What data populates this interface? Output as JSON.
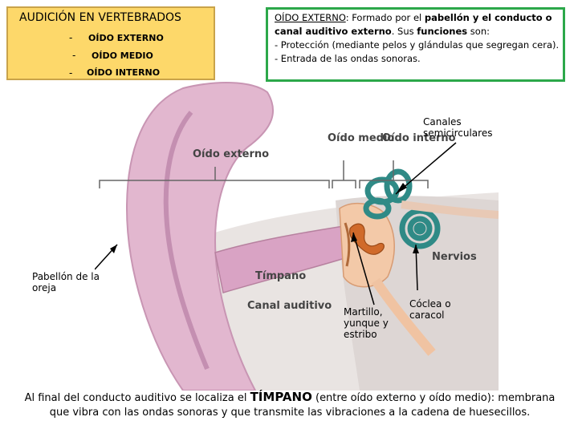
{
  "left_box": {
    "title": "AUDICIÓN EN VERTEBRADOS",
    "items": [
      "OÍDO EXTERNO",
      "OÍDO MEDIO",
      "OÍDO INTERNO"
    ]
  },
  "right_box": {
    "heading_underlined": "OÍDO EXTERNO",
    "line1_rest": ": Formado por el ",
    "line1_bold1": "pabellón y el conducto o",
    "line2_bold": "canal auditivo externo",
    "line2_mid": ". Sus ",
    "line2_bold2": "funciones",
    "line2_end": " son:",
    "line3": "- Protección (mediante pelos y glándulas que segregan cera).",
    "line4": "- Entrada de las ondas sonoras."
  },
  "diagram_labels": {
    "oido_externo": "Oído externo",
    "oido_medio": "Oído medio",
    "oido_interno": "Oído interno",
    "nervios": "Nervios",
    "timpano": "Tímpano",
    "canal_auditivo": "Canal auditivo"
  },
  "callouts": {
    "canales": "Canales semicirculares",
    "pabellon": "Pabellón de la oreja",
    "martillo": "Martillo, yunque y estribo",
    "coclea": "Cóclea o caracol"
  },
  "caption": {
    "part1": "Al final del conducto auditivo se localiza el ",
    "bold": "TÍMPANO",
    "part2": " (entre oído externo y oído medio): membrana que vibra con las ondas sonoras y que transmite las vibraciones a la cadena de huesecillos."
  },
  "colors": {
    "left_box_bg": "#fdd86a",
    "right_box_border": "#2ca84a",
    "ear_pink": "#d9a3c4",
    "canals_teal": "#2f8a86",
    "ossicles_orange": "#d06a2a"
  }
}
